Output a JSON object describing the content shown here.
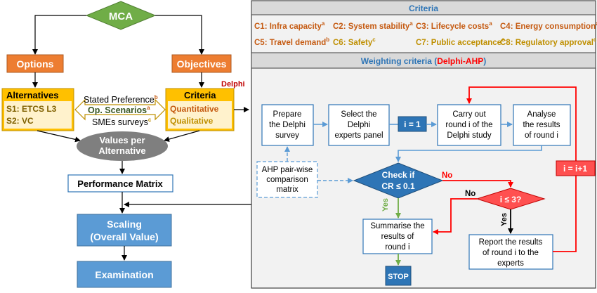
{
  "left": {
    "mca": "MCA",
    "options": "Options",
    "objectives": "Objectives",
    "delphi_tag": "Delphi",
    "alternatives": {
      "title": "Alternatives",
      "s1": "S1: ETCS L3",
      "s2": "S2: VC"
    },
    "criteria": {
      "title": "Criteria",
      "quantitative": "Quantitative",
      "qualitative": "Qualitative"
    },
    "methods": {
      "stated_preference": "Stated Preference",
      "stated_preference_sup": "b",
      "op_scenarios": "Op. Scenarios",
      "op_scenarios_sup": "a",
      "smes": "SMEs surveys",
      "smes_sup": "c"
    },
    "values_line1": "Values per",
    "values_line2": "Alternative",
    "performance": "Performance Matrix",
    "scaling_line1": "Scaling",
    "scaling_line2": "(Overall Value)",
    "examination": "Examination"
  },
  "criteria_panel": {
    "header": "Criteria",
    "items": [
      {
        "label": "C1: Infra capacity",
        "sup": "a",
        "color": "#c55a11"
      },
      {
        "label": "C2: System stability",
        "sup": "a",
        "color": "#c55a11"
      },
      {
        "label": "C3: Lifecycle costs",
        "sup": "a",
        "color": "#c55a11"
      },
      {
        "label": "C4: Energy consumption",
        "sup": "a",
        "color": "#c55a11"
      },
      {
        "label": "C5: Travel demand",
        "sup": "b",
        "color": "#c55a11"
      },
      {
        "label": "C6: Safety",
        "sup": "c",
        "color": "#bf8f00"
      },
      {
        "label": "C7: Public acceptance",
        "sup": "c",
        "color": "#bf8f00"
      },
      {
        "label": "C8: Regulatory approval",
        "sup": "c",
        "color": "#bf8f00"
      }
    ]
  },
  "weighting": {
    "header_prefix": "Weighting criteria (",
    "header_method": "Delphi-AHP",
    "header_suffix": ")",
    "prepare": [
      "Prepare",
      "the Delphi",
      "survey"
    ],
    "select": [
      "Select the",
      "Delphi",
      "experts panel"
    ],
    "i_init": "i = 1",
    "carry": [
      "Carry out",
      "round i of the",
      "Delphi study"
    ],
    "analyse": [
      "Analyse",
      "the results",
      "of round i"
    ],
    "ahp": [
      "AHP pair-wise",
      "comparison",
      "matrix"
    ],
    "check": [
      "Check if",
      "CR ≤ 0.1"
    ],
    "no1": "No",
    "no2": "No",
    "yes1": "Yes",
    "yes2": "Yes",
    "i_check": "i ≤ 3?",
    "i_inc": "i = i+1",
    "summarise": [
      "Summarise the",
      "results of",
      "round i"
    ],
    "report": [
      "Report the results",
      "of round i to the",
      "experts"
    ],
    "stop": "STOP"
  },
  "colors": {
    "green": "#70ad47",
    "orange": "#ed7d31",
    "gold": "#ffc000",
    "blue": "#5b9bd5",
    "dark_blue": "#2e75b6",
    "red": "#ff0000",
    "gray": "#7f7f7f"
  }
}
